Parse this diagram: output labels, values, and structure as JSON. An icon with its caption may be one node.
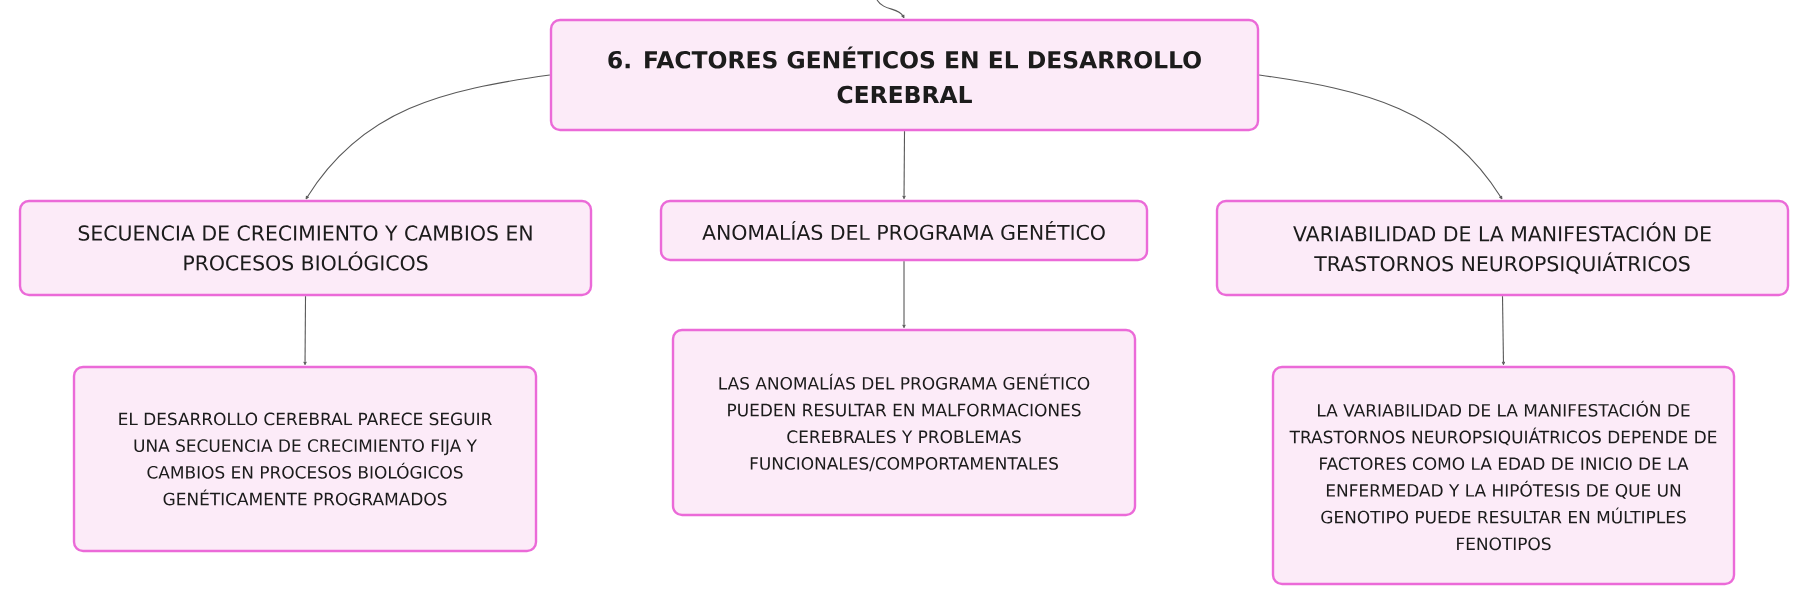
{
  "diagram": {
    "nodes": [
      {
        "text": [
          "6. FACTORES GENÉTICOS EN EL DESARROLLO CEREBRAL"
        ]
      },
      {
        "text": [
          "SECUENCIA DE CRECIMIENTO Y CAMBIOS EN PROCESOS BIOLÓGICOS"
        ]
      },
      {
        "text": [
          "ANOMALÍAS DEL PROGRAMA GENÉTICO"
        ]
      },
      {
        "text": [
          "VARIABILIDAD DE LA MANIFESTACIÓN DE TRASTORNOS NEUROPSIQUIÁTRICOS"
        ]
      },
      {
        "text": [
          "EL DESARROLLO CEREBRAL PARECE SEGUIR UNA SECUENCIA DE CRECIMIENTO FIJA Y CAMBIOS EN PROCESOS BIOLÓGICOS GENÉTICAMENTE PROGRAMADOS"
        ]
      },
      {
        "text": [
          "LAS ANOMALÍAS DEL PROGRAMA GENÉTICO PUEDEN RESULTAR EN MALFORMACIONES CEREBRALES Y PROBLEMAS FUNCIONALES/COMPORTAMENTALES"
        ]
      },
      {
        "text": [
          "LA VARIABILIDAD DE LA MANIFESTACIÓN DE TRASTORNOS NEUROPSIQUIÁTRICOS DEPENDE DE FACTORES COMO LA EDAD DE INICIO DE LA ENFERMEDAD Y LA HIPÓTESIS DE QUE UN GENOTIPO PUEDE RESULTAR EN MÚLTIPLES FENOTIPOS"
        ]
      }
    ],
    "edges": [
      {
        "from": null,
        "to": 0,
        "arrow": "to"
      },
      {
        "from": 0,
        "to": 1,
        "arrow": "to"
      },
      {
        "from": 0,
        "to": 2,
        "arrow": "to"
      },
      {
        "from": 0,
        "to": 3,
        "arrow": "to"
      },
      {
        "from": 1,
        "to": 4,
        "arrow": "to"
      },
      {
        "from": 2,
        "to": 5,
        "arrow": "to"
      },
      {
        "from": 3,
        "to": 6,
        "arrow": "to"
      }
    ]
  }
}
